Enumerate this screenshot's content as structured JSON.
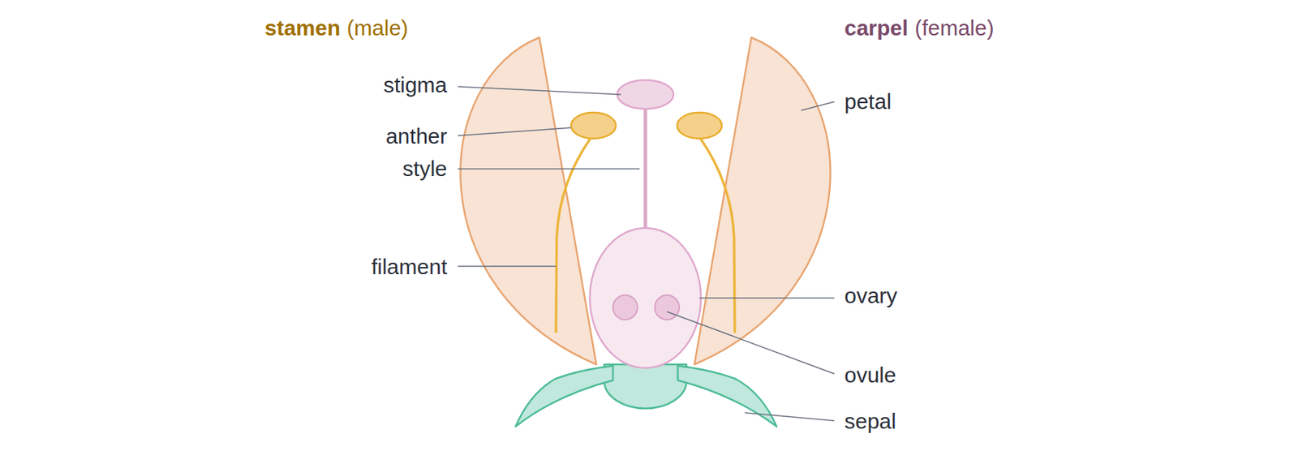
{
  "diagram": {
    "labels": [
      "stamen",
      "(male)",
      "carpel",
      "(female)",
      "stigma",
      "anther",
      "style",
      "filament",
      "petal",
      "ovary",
      "ovule",
      "sepal"
    ]
  }
}
